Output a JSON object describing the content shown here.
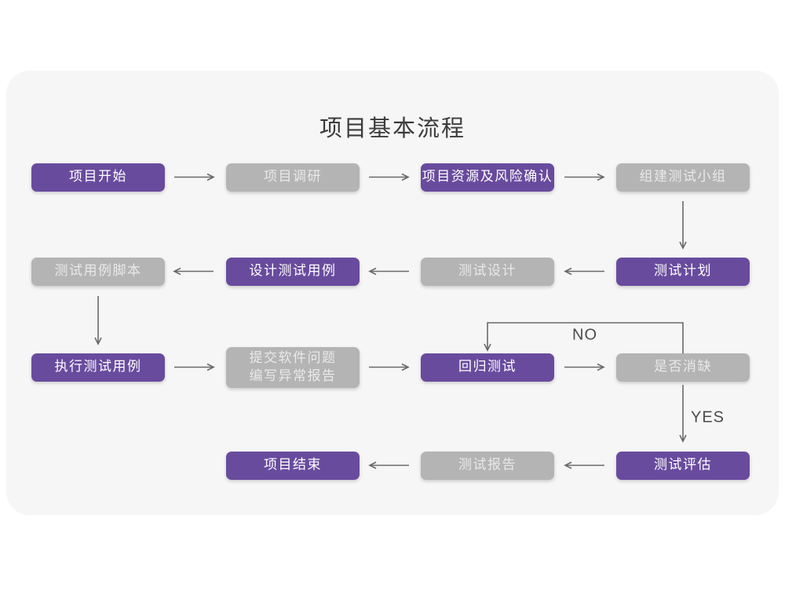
{
  "title": "项目基本流程",
  "labels": {
    "no": "NO",
    "yes": "YES"
  },
  "colors": {
    "accent_purple": "#694B9E",
    "neutral_gray": "#B4B4B4",
    "card_background": "#F6F6F6",
    "arrow": "#6A6A6A",
    "text_on_purple": "#FFFFFF",
    "text_on_gray": "#E9E9E9",
    "title_text": "#3C3C3C"
  },
  "nodes": [
    {
      "id": "project-start",
      "variant": "purple",
      "lines": [
        "项目开始"
      ]
    },
    {
      "id": "project-research",
      "variant": "gray",
      "lines": [
        "项目调研"
      ]
    },
    {
      "id": "project-risk",
      "variant": "purple",
      "lines": [
        "项目资源及风险确认"
      ]
    },
    {
      "id": "build-test-team",
      "variant": "gray",
      "lines": [
        "组建测试小组"
      ]
    },
    {
      "id": "test-plan",
      "variant": "purple",
      "lines": [
        "测试计划"
      ]
    },
    {
      "id": "test-design",
      "variant": "gray",
      "lines": [
        "测试设计"
      ]
    },
    {
      "id": "design-test-cases",
      "variant": "purple",
      "lines": [
        "设计测试用例"
      ]
    },
    {
      "id": "test-case-script",
      "variant": "gray",
      "lines": [
        "测试用例脚本"
      ]
    },
    {
      "id": "execute-test-cases",
      "variant": "purple",
      "lines": [
        "执行测试用例"
      ]
    },
    {
      "id": "submit-issue-report",
      "variant": "gray",
      "lines": [
        "提交软件问题",
        "编写异常报告"
      ]
    },
    {
      "id": "regression-test",
      "variant": "purple",
      "lines": [
        "回归测试"
      ]
    },
    {
      "id": "defect-resolved",
      "variant": "gray",
      "lines": [
        "是否消缺"
      ]
    },
    {
      "id": "test-evaluation",
      "variant": "purple",
      "lines": [
        "测试评估"
      ]
    },
    {
      "id": "test-report",
      "variant": "gray",
      "lines": [
        "测试报告"
      ]
    },
    {
      "id": "project-end",
      "variant": "purple",
      "lines": [
        "项目结束"
      ]
    }
  ]
}
